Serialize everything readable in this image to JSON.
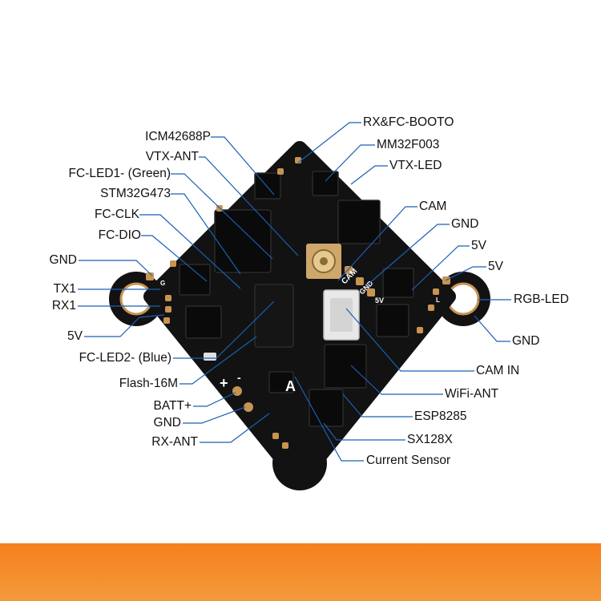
{
  "labels_left": {
    "icm42688p": "ICM42688P",
    "vtx_ant": "VTX-ANT",
    "fc_led1": "FC-LED1- (Green)",
    "stm32g473": "STM32G473",
    "fc_clk": "FC-CLK",
    "fc_dio": "FC-DIO",
    "gnd_1": "GND",
    "tx1": "TX1",
    "rx1": "RX1",
    "v5_1": "5V",
    "fc_led2": "FC-LED2- (Blue)",
    "flash": "Flash-16M",
    "batt_plus": "BATT+",
    "gnd_2": "GND",
    "rx_ant": "RX-ANT"
  },
  "labels_right": {
    "rx_fc_boot": "RX&FC-BOOTO",
    "mm32f003": "MM32F003",
    "vtx_led": "VTX-LED",
    "cam": "CAM",
    "gnd_3": "GND",
    "v5_2": "5V",
    "v5_3": "5V",
    "rgb_led": "RGB-LED",
    "gnd_4": "GND",
    "cam_in": "CAM IN",
    "wifi_ant": "WiFi-ANT",
    "esp8285": "ESP8285",
    "sx128x": "SX128X",
    "current_sensor": "Current Sensor"
  },
  "board_text": {
    "cam": "CAM",
    "gnd": "GND",
    "v5": "5V",
    "plus": "+",
    "minus": "-",
    "a": "A",
    "g": "G",
    "l": "L"
  },
  "colors": {
    "leader_line": "#1a5fb4",
    "pcb": "#121212",
    "pad": "#c89452",
    "band": "#f7801c"
  }
}
